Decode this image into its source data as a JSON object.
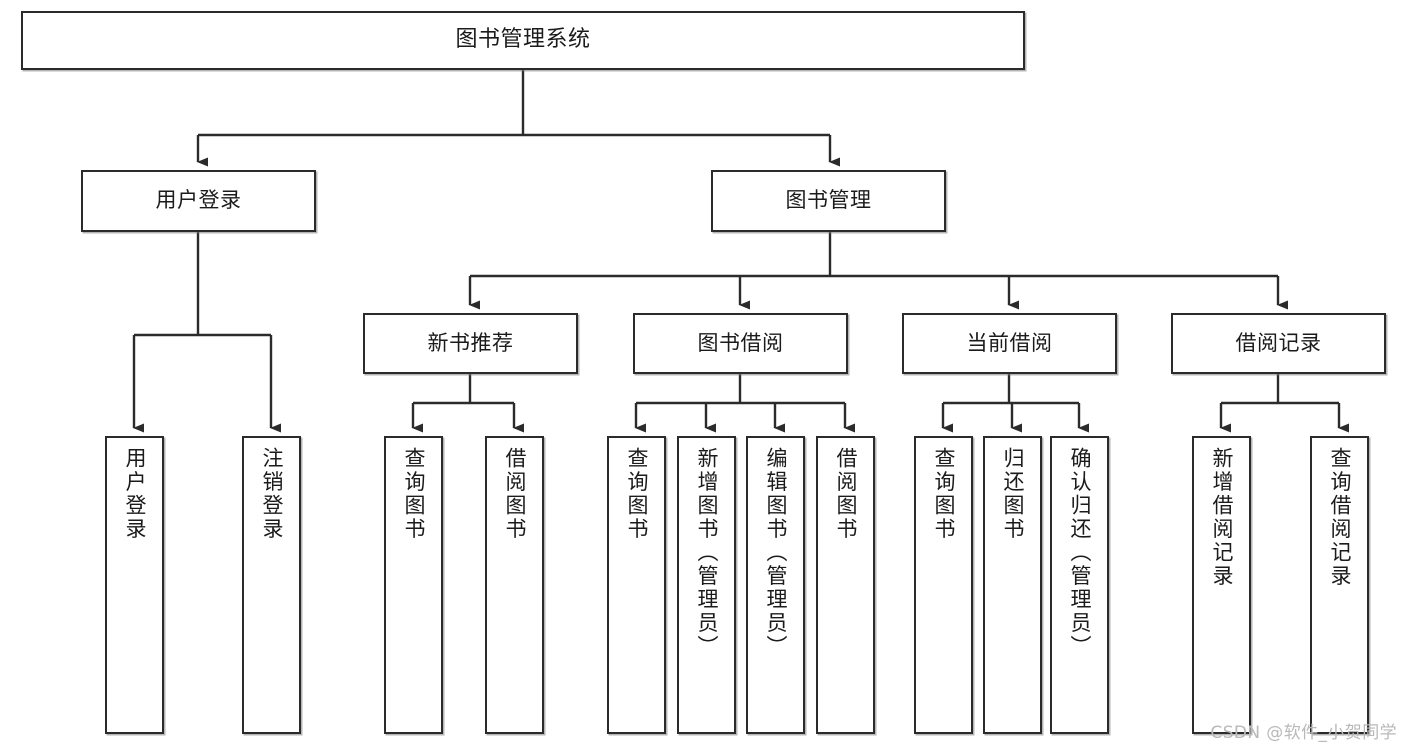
{
  "diagram": {
    "type": "tree-hierarchy",
    "title": "图书管理系统",
    "orientation": "top-down",
    "colors": {
      "box_border": "#2b2b2b",
      "box_fill": "#ffffff",
      "connector": "#2b2b2b",
      "text": "#1b1b1b",
      "watermark": "#b9b9b9",
      "background": "#ffffff"
    }
  },
  "nodes": {
    "root": {
      "label": "图书管理系统",
      "level": 1
    },
    "level2": [
      {
        "id": "user-login",
        "label": "用户登录"
      },
      {
        "id": "book-management",
        "label": "图书管理"
      }
    ],
    "level3": [
      {
        "id": "new-book-recommend",
        "label": "新书推荐"
      },
      {
        "id": "book-borrow",
        "label": "图书借阅"
      },
      {
        "id": "current-borrow",
        "label": "当前借阅"
      },
      {
        "id": "borrow-record",
        "label": "借阅记录"
      }
    ],
    "leaves": {
      "user_login": [
        {
          "id": "leaf-user-login",
          "label": "用户登录"
        },
        {
          "id": "leaf-logout-login",
          "label": "注销登录"
        }
      ],
      "new_book_recommend": [
        {
          "id": "leaf-query-book-1",
          "label": "查询图书"
        },
        {
          "id": "leaf-borrow-book-1",
          "label": "借阅图书"
        }
      ],
      "book_borrow": [
        {
          "id": "leaf-query-book-2",
          "label": "查询图书"
        },
        {
          "id": "leaf-add-book",
          "label": "新增图书（管理员）"
        },
        {
          "id": "leaf-edit-book",
          "label": "编辑图书（管理员）"
        },
        {
          "id": "leaf-borrow-book-2",
          "label": "借阅图书"
        }
      ],
      "current_borrow": [
        {
          "id": "leaf-query-book-3",
          "label": "查询图书"
        },
        {
          "id": "leaf-return-book",
          "label": "归还图书"
        },
        {
          "id": "leaf-confirm-return",
          "label": "确认归还（管理员）"
        }
      ],
      "borrow_record": [
        {
          "id": "leaf-add-record",
          "label": "新增借阅记录"
        },
        {
          "id": "leaf-query-record",
          "label": "查询借阅记录"
        }
      ]
    }
  },
  "watermark": {
    "text": "CSDN @软件_小贺同学"
  }
}
